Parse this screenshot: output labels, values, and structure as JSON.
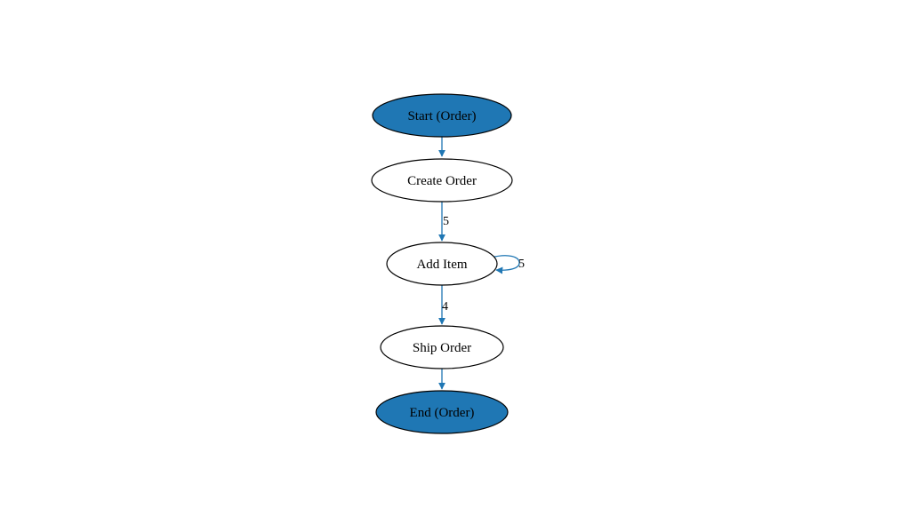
{
  "diagram": {
    "colors": {
      "accent": "#1f77b4",
      "terminal_fill": "#1f77b4",
      "node_fill": "#ffffff",
      "stroke": "#000000",
      "edge": "#1f77b4"
    },
    "nodes": [
      {
        "id": "start",
        "label": "Start (Order)",
        "kind": "terminal"
      },
      {
        "id": "create",
        "label": "Create Order",
        "kind": "activity"
      },
      {
        "id": "add",
        "label": "Add Item",
        "kind": "activity"
      },
      {
        "id": "ship",
        "label": "Ship Order",
        "kind": "activity"
      },
      {
        "id": "end",
        "label": "End (Order)",
        "kind": "terminal"
      }
    ],
    "edges": [
      {
        "from": "start",
        "to": "create",
        "label": ""
      },
      {
        "from": "create",
        "to": "add",
        "label": "5"
      },
      {
        "from": "add",
        "to": "add",
        "label": "5"
      },
      {
        "from": "add",
        "to": "ship",
        "label": "4"
      },
      {
        "from": "ship",
        "to": "end",
        "label": ""
      }
    ]
  }
}
